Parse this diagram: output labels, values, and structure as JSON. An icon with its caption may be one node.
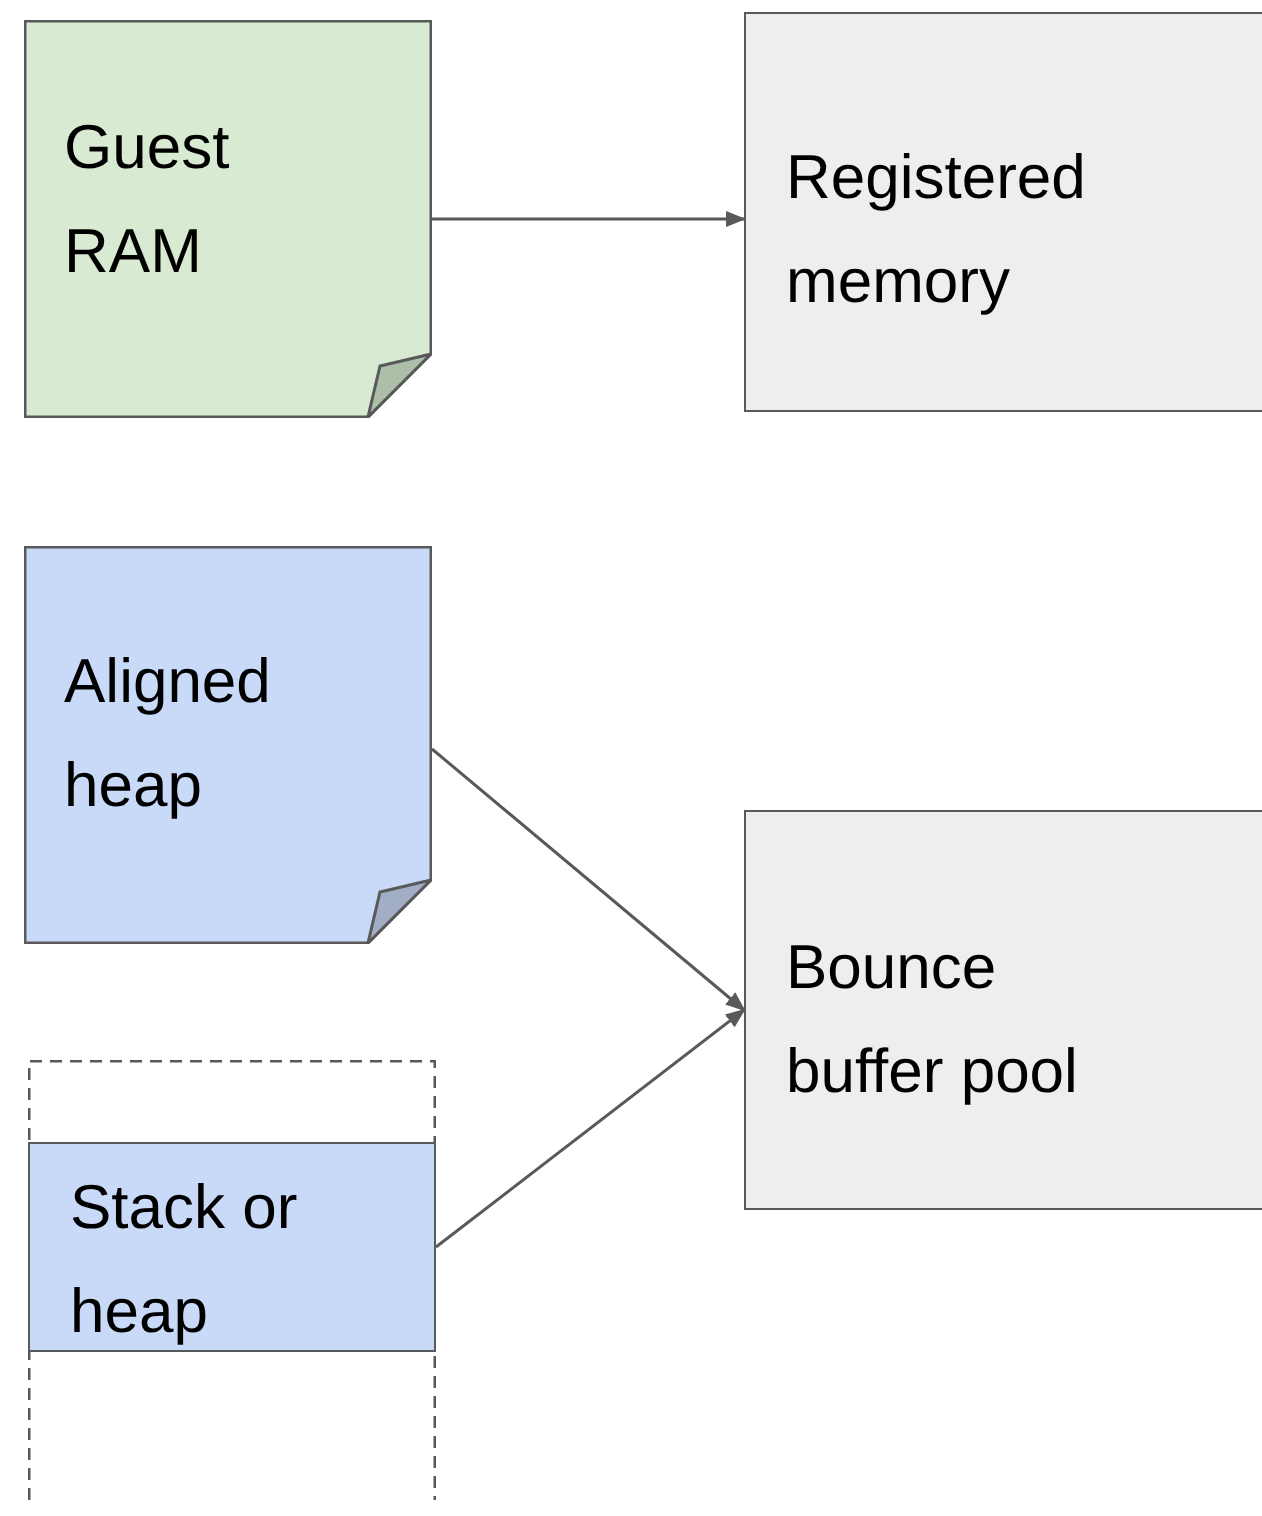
{
  "diagram": {
    "nodes": [
      {
        "text": [
          "Guest RAM"
        ]
      },
      {
        "text": [
          "Registered memory"
        ]
      },
      {
        "text": [
          "Aligned heap"
        ]
      },
      {
        "text": [],
        "shape": "box"
      },
      {
        "text": [
          "Stack or heap"
        ],
        "in": 3
      },
      {
        "text": [
          "Bounce buffer pool"
        ]
      }
    ],
    "edges": [
      {
        "from": 0,
        "to": 1,
        "arrow": "to"
      },
      {
        "from": 2,
        "to": 5,
        "arrow": "to"
      },
      {
        "from": 4,
        "to": 5,
        "arrow": "to"
      }
    ]
  }
}
